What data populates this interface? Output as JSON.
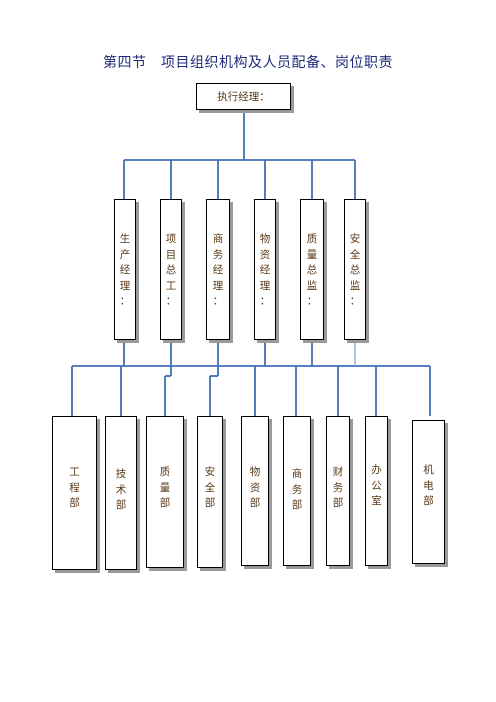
{
  "page_title": "第四节　项目组织机构及人员配备、岗位职责",
  "top": {
    "label": "执行经理："
  },
  "managers": [
    {
      "label": "生\n产\n经\n理\n："
    },
    {
      "label": "项\n目\n总\n工\n："
    },
    {
      "label": "商\n务\n经\n理\n："
    },
    {
      "label": "物\n资\n经\n理\n："
    },
    {
      "label": "质\n量\n总\n监\n："
    },
    {
      "label": "安\n全\n总\n监\n："
    }
  ],
  "departments": [
    {
      "label": "工\n程\n部"
    },
    {
      "label": "技\n术\n部"
    },
    {
      "label": "质\n量\n部"
    },
    {
      "label": "安\n全\n部"
    },
    {
      "label": "物\n资\n部"
    },
    {
      "label": "商\n务\n部"
    },
    {
      "label": "财\n务\n部"
    },
    {
      "label": "办\n公\n室"
    },
    {
      "label": "机\n电\n部"
    }
  ],
  "colors": {
    "connector": "#3f6fb5",
    "connector_light": "#8fb0db",
    "box_border": "#000000",
    "shadow": "#9a9a9a",
    "title": "#1f2a7a"
  }
}
